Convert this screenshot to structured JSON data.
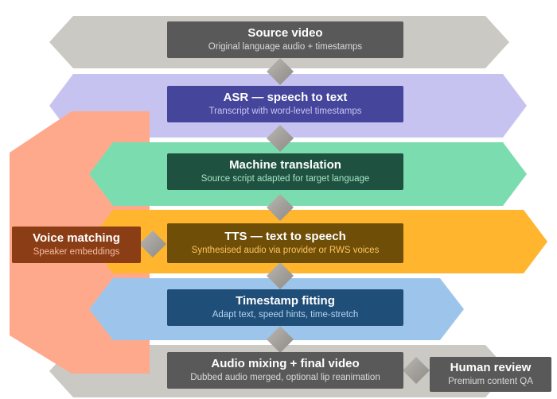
{
  "diagram": {
    "background": "#ffffff",
    "stages": [
      {
        "title": "Source video",
        "subtitle": "Original language audio + timestamps",
        "box_color": "#595959",
        "subtitle_color": "#d9d9d9",
        "band_color": "#cbc9c4"
      },
      {
        "title": "ASR — speech to text",
        "subtitle": "Transcript with word-level timestamps",
        "box_color": "#44459b",
        "subtitle_color": "#ccc6f5",
        "band_color": "#c7c3f0"
      },
      {
        "title": "Machine translation",
        "subtitle": "Source script adapted for target language",
        "box_color": "#1e5140",
        "subtitle_color": "#a5e3c3",
        "band_color": "#7bddaf"
      },
      {
        "title": "TTS — text to speech",
        "subtitle": "Synthesised audio via provider or RWS voices",
        "box_color": "#6f4e08",
        "subtitle_color": "#ffc45e",
        "band_color": "#ffb52d"
      },
      {
        "title": "Timestamp fitting",
        "subtitle": "Adapt text, speed hints, time-stretch",
        "box_color": "#1f4e79",
        "subtitle_color": "#b4d5f0",
        "band_color": "#9dc5eb"
      },
      {
        "title": "Audio mixing + final video",
        "subtitle": "Dubbed audio merged, optional lip reanimation",
        "box_color": "#595959",
        "subtitle_color": "#d9d9d9",
        "band_color": "#cbc9c4"
      }
    ],
    "side_nodes": [
      {
        "title": "Voice matching",
        "subtitle": "Speaker embeddings",
        "box_color": "#8b3d16",
        "subtitle_color": "#f6bca0",
        "ribbon_color": "#ffa98c"
      },
      {
        "title": "Human review",
        "subtitle": "Premium content QA",
        "box_color": "#595959",
        "subtitle_color": "#d9d9d9"
      }
    ],
    "connector": {
      "shape": "diamond",
      "color_light": "#bcb9b5",
      "color_dark": "#8f8c87"
    }
  }
}
